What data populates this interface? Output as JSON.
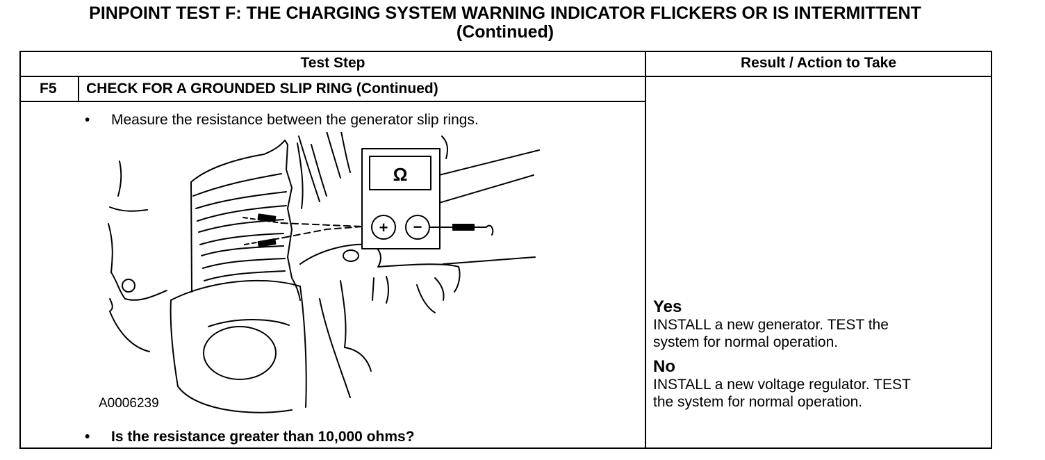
{
  "title": {
    "line1": "PINPOINT TEST F: THE CHARGING SYSTEM WARNING INDICATOR FLICKERS OR IS INTERMITTENT",
    "line2": "(Continued)"
  },
  "table": {
    "header_test_step": "Test Step",
    "header_result": "Result / Action to Take",
    "step_id": "F5",
    "step_title": "CHECK FOR A GROUNDED SLIP RING (Continued)",
    "bullet_symbol": "•",
    "instruction": "Measure the resistance between the generator slip rings.",
    "question": "Is the resistance greater than 10,000 ohms?",
    "figure_id": "A0006239",
    "meter": {
      "display": "Ω",
      "positive": "+",
      "negative": "−"
    }
  },
  "results": {
    "yes_label": "Yes",
    "yes_line1": "INSTALL a new generator.  TEST the",
    "yes_line2": "system for normal operation.",
    "no_label": "No",
    "no_line1": "INSTALL a new voltage regulator. TEST",
    "no_line2": "the system for normal operation."
  }
}
